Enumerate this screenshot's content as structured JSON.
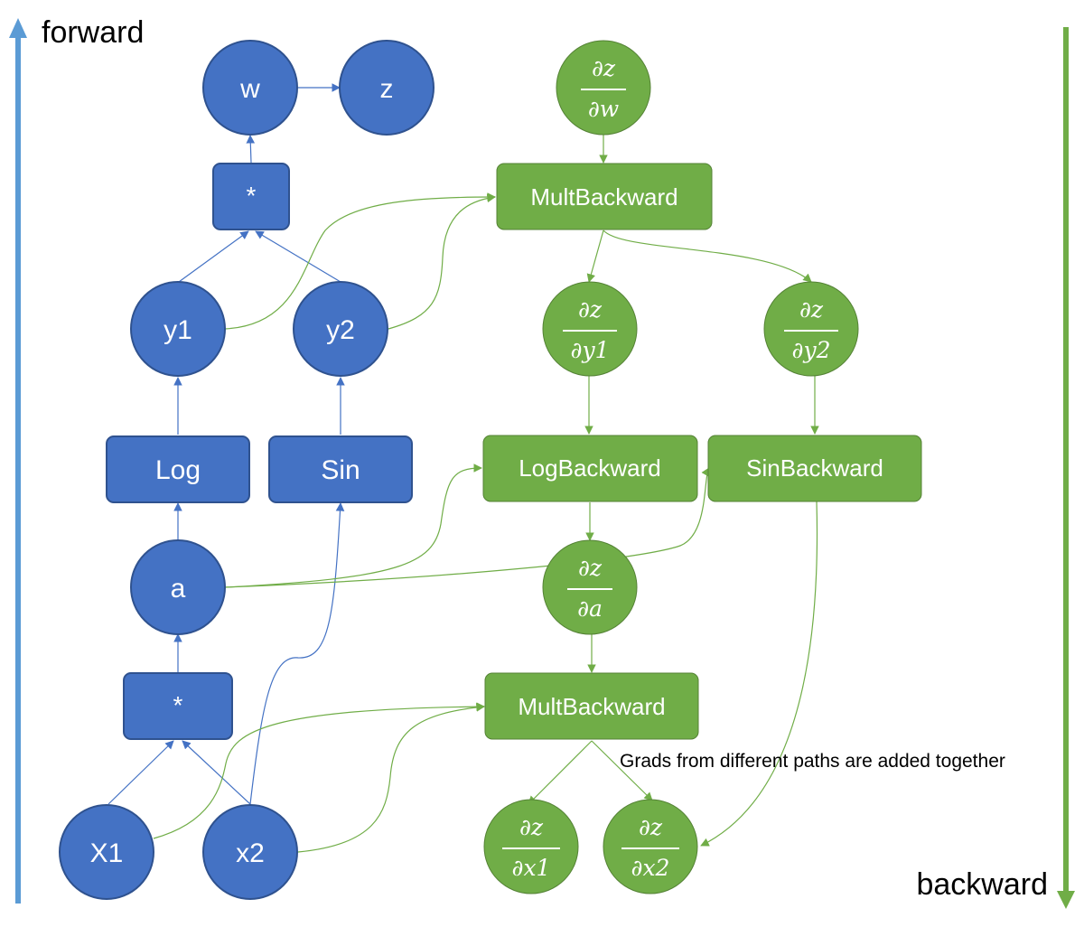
{
  "labels": {
    "forward": "forward",
    "backward": "backward",
    "note": "Grads from different paths are added together"
  },
  "colors": {
    "forward_nodes": "#4472c4",
    "backward_nodes": "#70ad47",
    "forward_arrow": "#5b9bd5",
    "backward_arrow": "#70ad47"
  },
  "forward": {
    "w": "w",
    "z": "z",
    "mult_top": "*",
    "y1": "y1",
    "y2": "y2",
    "log": "Log",
    "sin": "Sin",
    "a": "a",
    "mult_bottom": "*",
    "x1": "X1",
    "x2": "x2"
  },
  "backward": {
    "dz_dw": {
      "num": "∂z",
      "den": "∂w"
    },
    "mult_backward_top": "MultBackward",
    "dz_dy1": {
      "num": "∂z",
      "den": "∂y1"
    },
    "dz_dy2": {
      "num": "∂z",
      "den": "∂y2"
    },
    "log_backward": "LogBackward",
    "sin_backward": "SinBackward",
    "dz_da": {
      "num": "∂z",
      "den": "∂a"
    },
    "mult_backward_bottom": "MultBackward",
    "dz_dx1": {
      "num": "∂z",
      "den": "∂x1"
    },
    "dz_dx2": {
      "num": "∂z",
      "den": "∂x2"
    }
  }
}
